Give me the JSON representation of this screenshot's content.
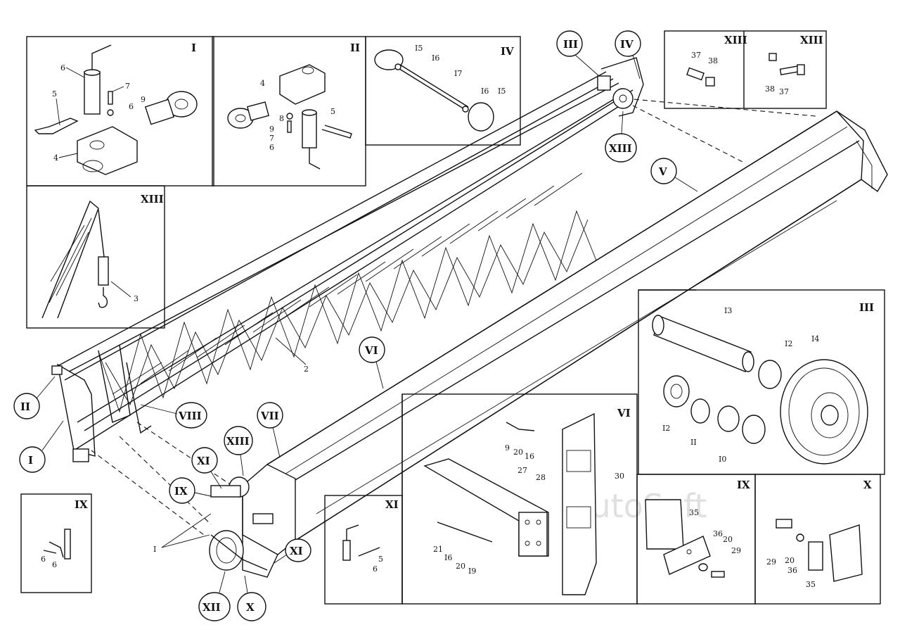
{
  "watermark": "AutoSoft",
  "panel_labels": {
    "p1": "I",
    "p2": "II",
    "p3": "IV",
    "p4": "XIII",
    "p5": "XIII",
    "p6": "XIII",
    "p7": "III",
    "p8": "VI",
    "p9": "IX",
    "p10": "X",
    "p11": "XI",
    "p12": "IX"
  },
  "callouts": {
    "c_III": "III",
    "c_IV": "IV",
    "c_XIII_top": "XIII",
    "c_V": "V",
    "c_VI": "VI",
    "c_II": "II",
    "c_I": "I",
    "c_VIII": "VIII",
    "c_VII": "VII",
    "c_XIII_mid": "XIII",
    "c_XI_a": "XI",
    "c_IX": "IX",
    "c_XI_b": "XI",
    "c_XII": "XII",
    "c_X": "X"
  },
  "part_numbers": {
    "a1": "6",
    "a2": "7",
    "a3": "6",
    "a4": "5",
    "a5": "9",
    "a6": "4",
    "b1": "4",
    "b2": "8",
    "b3": "9",
    "b4": "7",
    "b5": "6",
    "b6": "5",
    "c1": "I5",
    "c2": "I6",
    "c3": "I7",
    "c4": "I6",
    "c5": "I5",
    "d1": "37",
    "d2": "38",
    "e1": "38",
    "e2": "37",
    "f1": "3",
    "g1": "2",
    "g2": "I",
    "h1": "I3",
    "h2": "I2",
    "h3": "I4",
    "h4": "I2",
    "h5": "II",
    "h6": "I0",
    "i1": "9",
    "i2": "20",
    "i3": "16",
    "i4": "27",
    "i5": "28",
    "i6": "30",
    "i7": "21",
    "i8": "I6",
    "i9": "20",
    "i10": "I9",
    "j1": "35",
    "j2": "36",
    "j3": "20",
    "j4": "29",
    "k1": "29",
    "k2": "20",
    "k3": "36",
    "k4": "35",
    "l1": "5",
    "l2": "6",
    "m1": "6",
    "m2": "6"
  }
}
